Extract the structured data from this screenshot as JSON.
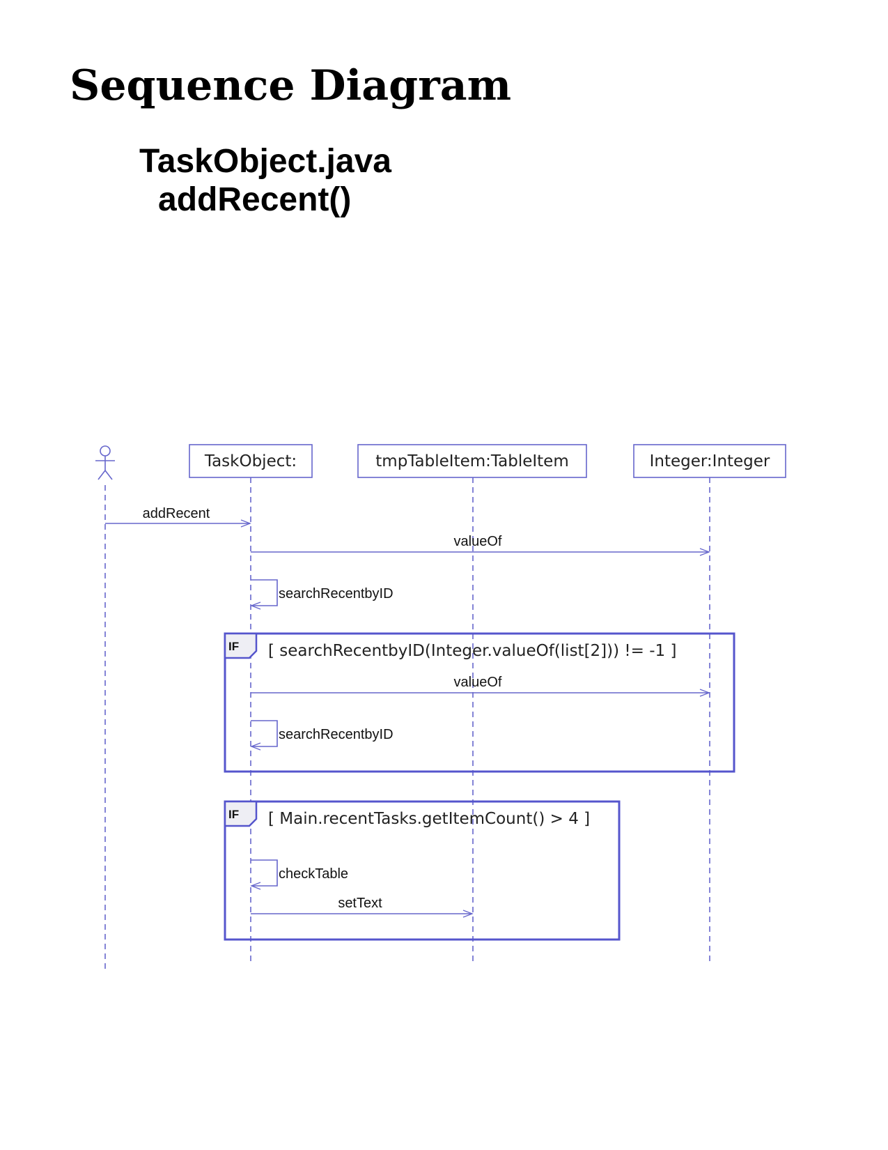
{
  "document": {
    "title": "Sequence Diagram",
    "subtitle_file": "TaskObject.java",
    "subtitle_method": "addRecent()"
  },
  "diagram": {
    "lifelines": [
      {
        "id": "actor",
        "label": ""
      },
      {
        "id": "taskobject",
        "label": "TaskObject:"
      },
      {
        "id": "tmptableitem",
        "label": "tmpTableItem:TableItem"
      },
      {
        "id": "integer",
        "label": "Integer:Integer"
      }
    ],
    "messages": [
      {
        "label": "addRecent",
        "from": "actor",
        "to": "taskobject"
      },
      {
        "label": "valueOf",
        "from": "taskobject",
        "to": "integer"
      },
      {
        "label": "searchRecentbyID",
        "from": "taskobject",
        "to": "taskobject"
      },
      {
        "label": "valueOf",
        "from": "taskobject",
        "to": "integer"
      },
      {
        "label": "searchRecentbyID",
        "from": "taskobject",
        "to": "taskobject"
      },
      {
        "label": "checkTable",
        "from": "taskobject",
        "to": "taskobject"
      },
      {
        "label": "setText",
        "from": "taskobject",
        "to": "tmptableitem"
      }
    ],
    "fragments": [
      {
        "operator": "IF",
        "guard": "[ searchRecentbyID(Integer.valueOf(list[2])) != -1 ]"
      },
      {
        "operator": "IF",
        "guard": "[ Main.recentTasks.getItemCount() > 4 ]"
      }
    ],
    "colors": {
      "line": "#6666cc",
      "frame": "#5555cc",
      "tag_fill": "#eeeef4"
    }
  }
}
